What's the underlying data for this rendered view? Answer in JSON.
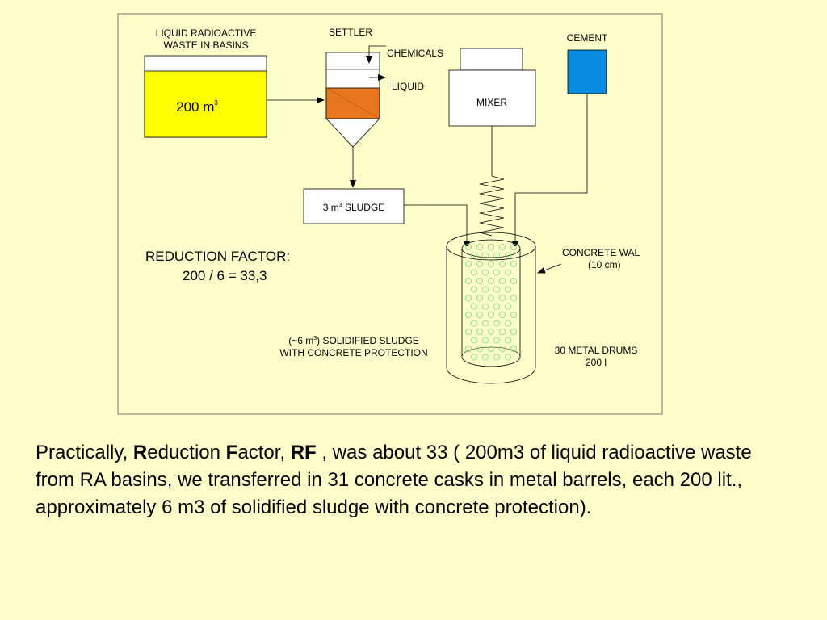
{
  "diagram": {
    "basin_label_line1": "LIQUID RADIOACTIVE",
    "basin_label_line2": "WASTE IN BASINS",
    "basin_volume": "200 m",
    "basin_volume_sup": "3",
    "settler_label": "SETTLER",
    "chemicals_label": "CHEMICALS",
    "liquid_label": "LIQUID",
    "mixer_label": "MIXER",
    "cement_label": "CEMENT",
    "sludge_box_prefix": "3 m",
    "sludge_box_sup": "3",
    "sludge_box_suffix": " SLUDGE",
    "reduction_line1": "REDUCTION FACTOR:",
    "reduction_line2": "200 / 6 = 33,3",
    "concrete_wall_line1": "CONCRETE WAL",
    "concrete_wall_line2": "(10 cm)",
    "solidified_line1_prefix": "(~6 m",
    "solidified_line1_sup": "3",
    "solidified_line1_suffix": ") SOLIDIFIED SLUDGE",
    "solidified_line2": "WITH CONCRETE PROTECTION",
    "drums_line1": "30 METAL DRUMS",
    "drums_line2": "200 l"
  },
  "caption": {
    "t1": "Practically, ",
    "b1": "R",
    "t2": "eduction ",
    "b2": "F",
    "t3": "actor, ",
    "b3": "RF",
    "t4": " , was about 33 ( 200m3 of liquid radioactive waste from RA basins, we transferred in 31 concrete casks in metal barrels, each 200 lit., approximately 6 m3 of solidified sludge with concrete protection)."
  },
  "colors": {
    "page_background": "#FFFFCC",
    "waste_yellow": "#FFFF00",
    "settler_sludge_orange": "#E8761E",
    "cement_blue": "#0A8BE0",
    "solidified_dots_green": "#7FE07F"
  },
  "icons": {
    "arrow": "arrow-head",
    "spring": "mixer-spring-coil"
  }
}
